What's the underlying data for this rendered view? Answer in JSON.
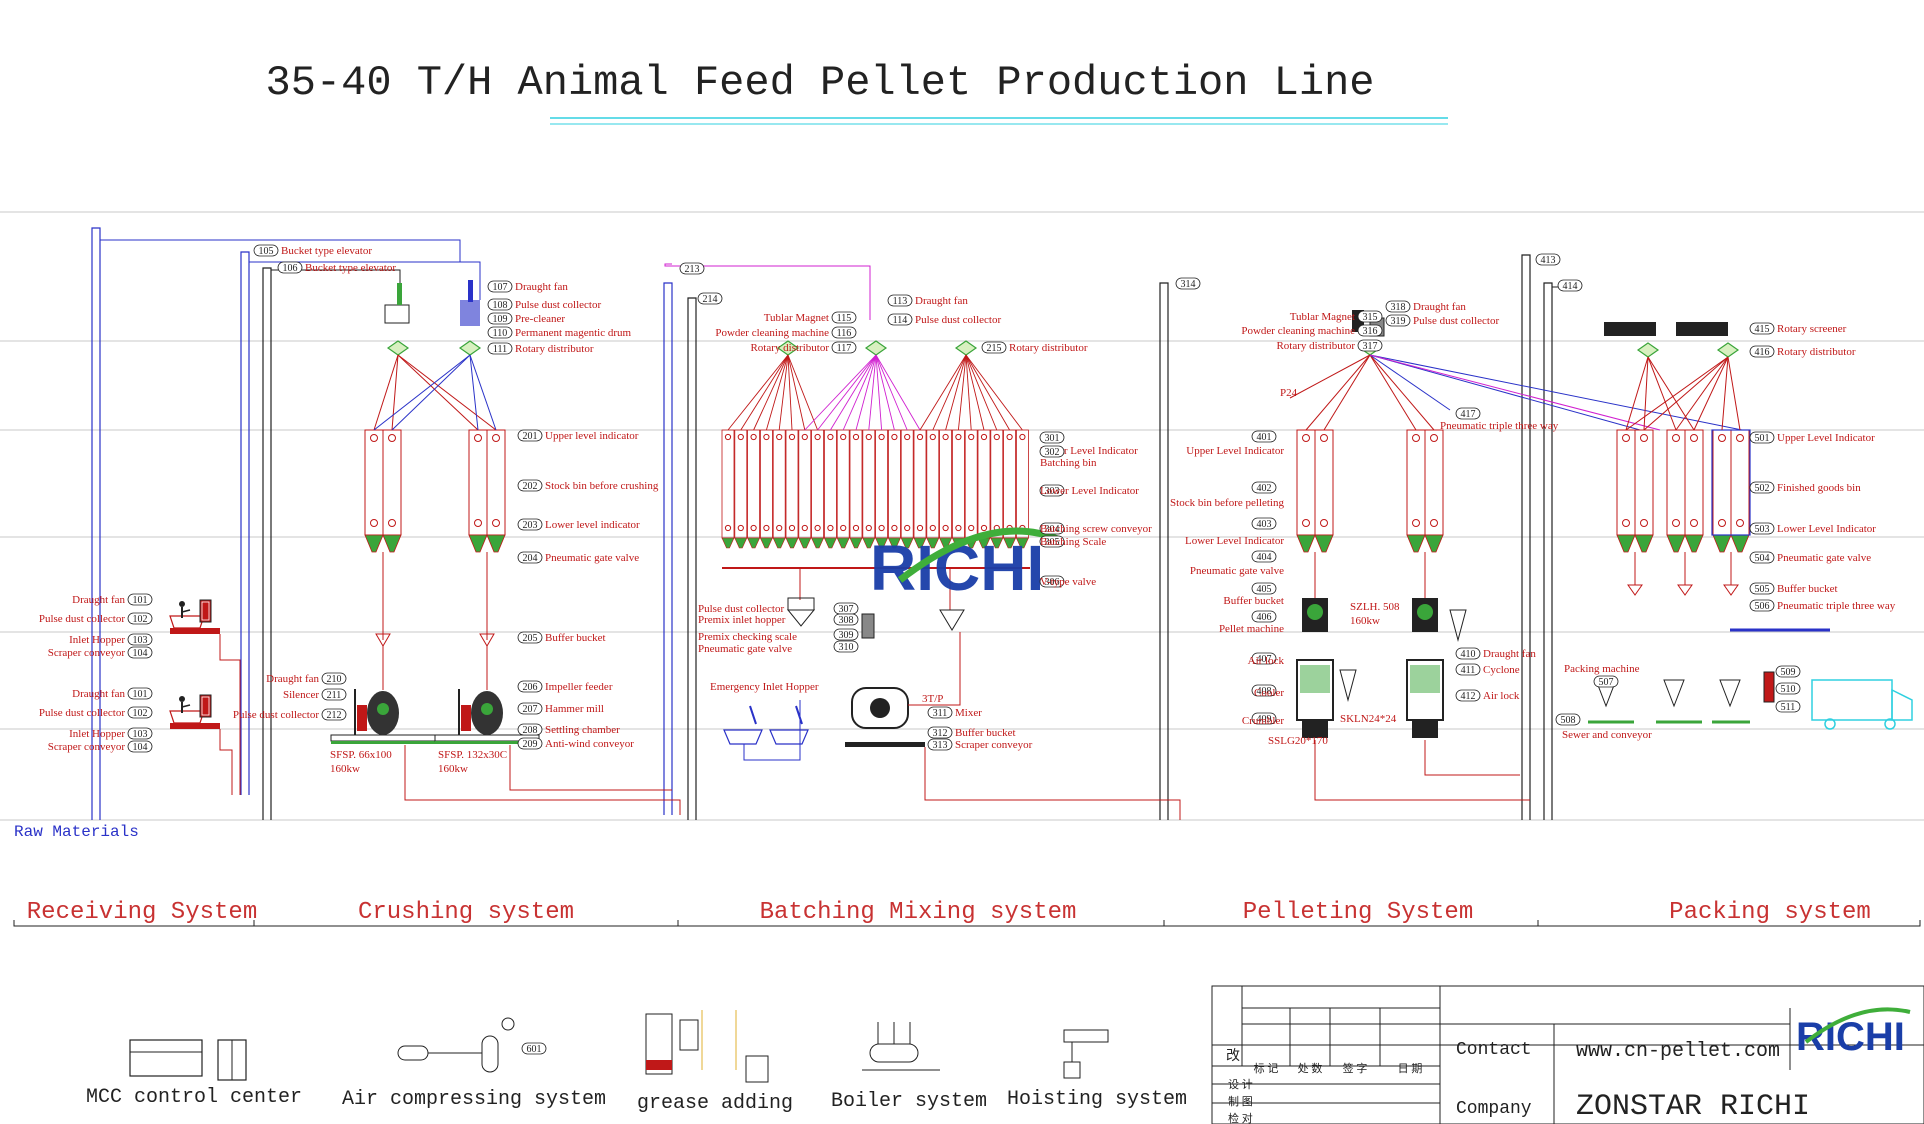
{
  "title": "35-40 T/H Animal Feed Pellet Production Line",
  "raw_materials": "Raw Materials",
  "sections": [
    "Receiving System",
    "Crushing system",
    "Batching Mixing system",
    "Pelleting System",
    "Packing system"
  ],
  "callouts_receiving": [
    {
      "label": "Draught fan",
      "num": "101"
    },
    {
      "label": "Pulse dust collector",
      "num": "102"
    },
    {
      "label": "Inlet Hopper",
      "num": "103"
    },
    {
      "label": "Scraper conveyor",
      "num": "104"
    },
    {
      "label": "Draught fan",
      "num": "101"
    },
    {
      "label": "Pulse dust collector",
      "num": "102"
    },
    {
      "label": "Inlet Hopper",
      "num": "103"
    },
    {
      "label": "Scraper conveyor",
      "num": "104"
    }
  ],
  "callouts_top": [
    {
      "label": "Bucket type elevator",
      "num": "105"
    },
    {
      "label": "Bucket type elevator",
      "num": "106"
    }
  ],
  "callouts_crushing_top": [
    {
      "label": "Draught fan",
      "num": "107"
    },
    {
      "label": "Pulse dust collector",
      "num": "108"
    },
    {
      "label": "Pre-cleaner",
      "num": "109"
    },
    {
      "label": "Permanent magentic drum",
      "num": "110"
    },
    {
      "label": "Rotary distributor",
      "num": "111"
    }
  ],
  "callouts_crushing_mid": [
    {
      "label": "Upper level indicator",
      "num": "201"
    },
    {
      "label": "Stock bin before crushing",
      "num": "202"
    },
    {
      "label": "Lower level indicator",
      "num": "203"
    },
    {
      "label": "Pneumatic gate valve",
      "num": "204"
    },
    {
      "label": "Buffer bucket",
      "num": "205"
    },
    {
      "label": "Impeller feeder",
      "num": "206"
    },
    {
      "label": "Hammer mill",
      "num": "207"
    },
    {
      "label": "Settling chamber",
      "num": "208"
    },
    {
      "label": "Anti-wind conveyor",
      "num": "209"
    }
  ],
  "callouts_mill_left": [
    {
      "label": "Draught fan",
      "num": "210"
    },
    {
      "label": "Silencer",
      "num": "211"
    },
    {
      "label": "Pulse dust collector",
      "num": "212"
    }
  ],
  "mills": [
    {
      "model": "SFSP. 66x100",
      "power": "160kw"
    },
    {
      "model": "SFSP. 132x30C",
      "power": "160kw"
    }
  ],
  "callouts_batching_top": [
    {
      "num": "213"
    },
    {
      "num": "214"
    },
    {
      "label": "Tublar Magnet",
      "num": "115"
    },
    {
      "label": "Powder cleaning machine",
      "num": "116"
    },
    {
      "label": "Rotary distributor",
      "num": "117"
    },
    {
      "label": "Draught fan",
      "num": "113"
    },
    {
      "label": "Pulse dust collector",
      "num": "114"
    },
    {
      "label": "Rotary distributor",
      "num": "215"
    }
  ],
  "callouts_batching_right": [
    {
      "label": "Upper Level Indicator",
      "num": "301"
    },
    {
      "label": "Batching bin",
      "num": "302"
    },
    {
      "label": "Lower Level Indicator",
      "num": "303"
    },
    {
      "label": "Batching screw conveyor",
      "num": "304"
    },
    {
      "label": "Batching Scale",
      "num": "305"
    },
    {
      "label": "V-type valve",
      "num": "306"
    }
  ],
  "callouts_premix": [
    {
      "label": "Pulse dust collector",
      "num": "307"
    },
    {
      "label": "Premix inlet hopper",
      "num": "308"
    },
    {
      "label": "Premix checking scale",
      "num": "309"
    },
    {
      "label": "Pneumatic gate valve",
      "num": "310"
    }
  ],
  "emergency_hopper": "Emergency Inlet Hopper",
  "mixer": {
    "cap": "3T/P",
    "items": [
      {
        "label": "Mixer",
        "num": "311"
      },
      {
        "label": "Buffer bucket",
        "num": "312"
      },
      {
        "label": "Scraper conveyor",
        "num": "313"
      }
    ]
  },
  "callouts_pelleting_top": [
    {
      "num": "314"
    },
    {
      "label": "Tublar Magnet",
      "num": "315"
    },
    {
      "label": "Powder cleaning machine",
      "num": "316"
    },
    {
      "label": "Rotary distributor",
      "num": "317"
    },
    {
      "label": "Draught fan",
      "num": "318"
    },
    {
      "label": "Pulse dust collector",
      "num": "319"
    }
  ],
  "p24": "P24",
  "callouts_pelleting_left": [
    {
      "label": "Upper Level Indicator",
      "num": "401"
    },
    {
      "label": "Stock bin before pelleting",
      "num": "402"
    },
    {
      "label": "Lower Level Indicator",
      "num": "403"
    },
    {
      "label": "Pneumatic gate valve",
      "num": "404"
    },
    {
      "label": "Buffer bucket",
      "num": "405"
    },
    {
      "label": "Pellet machine",
      "num": "406"
    },
    {
      "label": "Air lock",
      "num": "407"
    },
    {
      "label": "Cooler",
      "num": "408"
    },
    {
      "label": "Crumbler",
      "num": "409"
    }
  ],
  "callouts_pelleting_right": [
    {
      "label": "Draught fan",
      "num": "410"
    },
    {
      "label": "Cyclone",
      "num": "411"
    },
    {
      "label": "Air lock",
      "num": "412"
    },
    {
      "label": "Pneumatic triple three way",
      "num": "417"
    }
  ],
  "pellet_models": {
    "mill": "SZLH. 508",
    "mill_power": "160kw",
    "cooler": "SKLN24*24",
    "crumbler": "SSLG20*170"
  },
  "callouts_packing_top": [
    {
      "num": "413"
    },
    {
      "num": "414"
    },
    {
      "label": "Rotary screener",
      "num": "415"
    },
    {
      "label": "Rotary distributor",
      "num": "416"
    }
  ],
  "callouts_packing_right": [
    {
      "label": "Upper Level Indicator",
      "num": "501"
    },
    {
      "label": "Finished goods bin",
      "num": "502"
    },
    {
      "label": "Lower Level Indicator",
      "num": "503"
    },
    {
      "label": "Pneumatic gate valve",
      "num": "504"
    },
    {
      "label": "Buffer bucket",
      "num": "505"
    },
    {
      "label": "Pneumatic triple three way",
      "num": "506"
    }
  ],
  "callouts_packing_bottom": [
    {
      "label": "Packing machine",
      "num": "507"
    },
    {
      "label": "Sewer and conveyor",
      "num": "508"
    },
    {
      "num": "509"
    },
    {
      "num": "510"
    },
    {
      "num": "511"
    }
  ],
  "logo_text": "RICHI",
  "utilities": [
    {
      "label": "MCC control center"
    },
    {
      "label": "Air compressing system",
      "num": "601"
    },
    {
      "label": "grease adding"
    },
    {
      "label": "Boiler system"
    },
    {
      "label": "Hoisting system"
    }
  ],
  "title_block": {
    "rev_char": "改",
    "row_headers": [
      "标 记",
      "处 数",
      "签 字",
      "日 期"
    ],
    "rows": [
      "设 计",
      "制 图",
      "检 对"
    ],
    "contact_label": "Contact",
    "contact_value": "www.cn-pellet.com",
    "company_label": "Company",
    "company_value": "ZONSTAR RICHI"
  },
  "colors": {
    "red": "#c01818",
    "blue": "#2a32c8",
    "magenta": "#d020d0",
    "green": "#3aa53a",
    "cyan": "#30d0e0",
    "logo_blue": "#1a3ea8",
    "logo_green": "#3fae3a"
  }
}
